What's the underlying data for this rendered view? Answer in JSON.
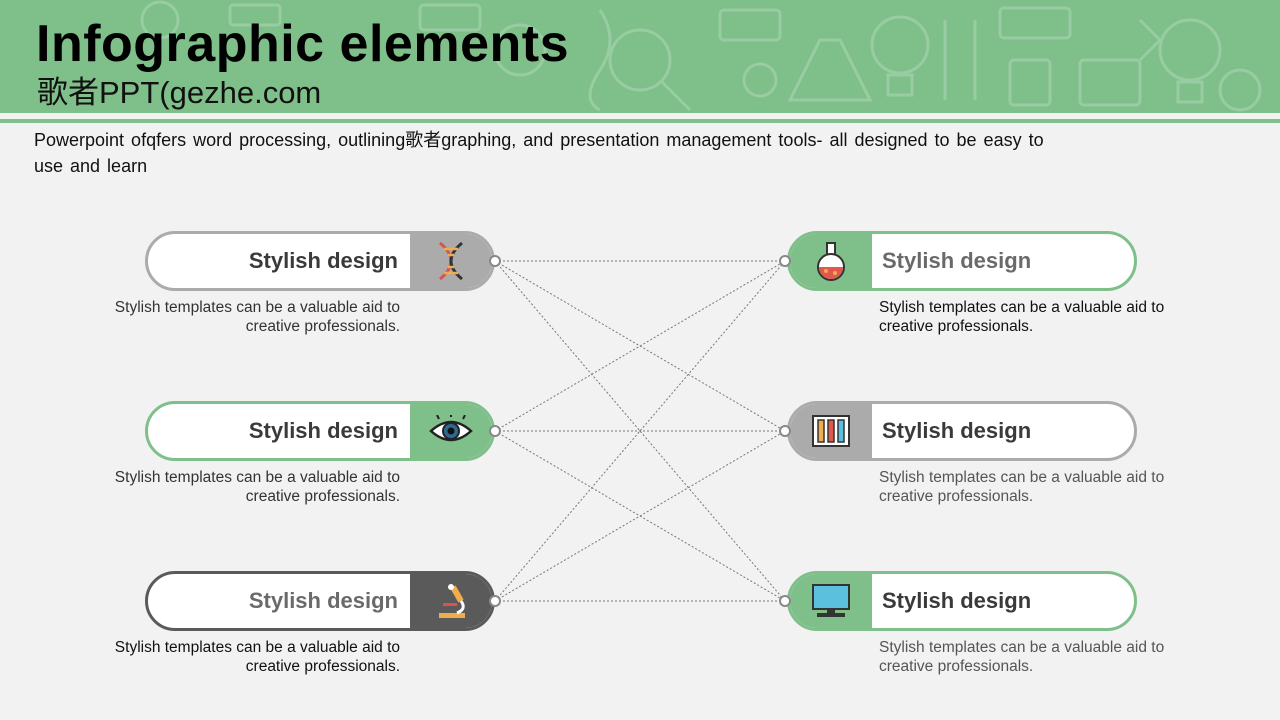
{
  "header": {
    "title": "Infographic elements",
    "subtitle": "歌者PPT(gezhe.com",
    "banner_color": "#7fbf8a"
  },
  "intro": "Powerpoint ofqfers word processing, outlining歌者graphing, and presentation management tools- all designed to be easy to use and learn",
  "left_items": [
    {
      "label": "Stylish design",
      "description": "Stylish templates can be a valuable aid to creative professionals.",
      "icon": "dna-icon",
      "accent": "#ababab"
    },
    {
      "label": "Stylish design",
      "description": "Stylish templates can be a valuable aid to creative professionals.",
      "icon": "eye-icon",
      "accent": "#7fbf8a"
    },
    {
      "label": "Stylish design",
      "description": "Stylish templates can be a valuable aid to creative professionals.",
      "icon": "microscope-icon",
      "accent": "#5a5a5a"
    }
  ],
  "right_items": [
    {
      "label": "Stylish design",
      "description": "Stylish templates can be a valuable aid to creative professionals.",
      "icon": "flask-icon",
      "accent": "#7fbf8a"
    },
    {
      "label": "Stylish design",
      "description": "Stylish templates can be a valuable aid to creative professionals.",
      "icon": "test-tubes-icon",
      "accent": "#ababab"
    },
    {
      "label": "Stylish design",
      "description": "Stylish templates can be a valuable aid to creative professionals.",
      "icon": "computer-icon",
      "accent": "#7fbf8a"
    }
  ]
}
